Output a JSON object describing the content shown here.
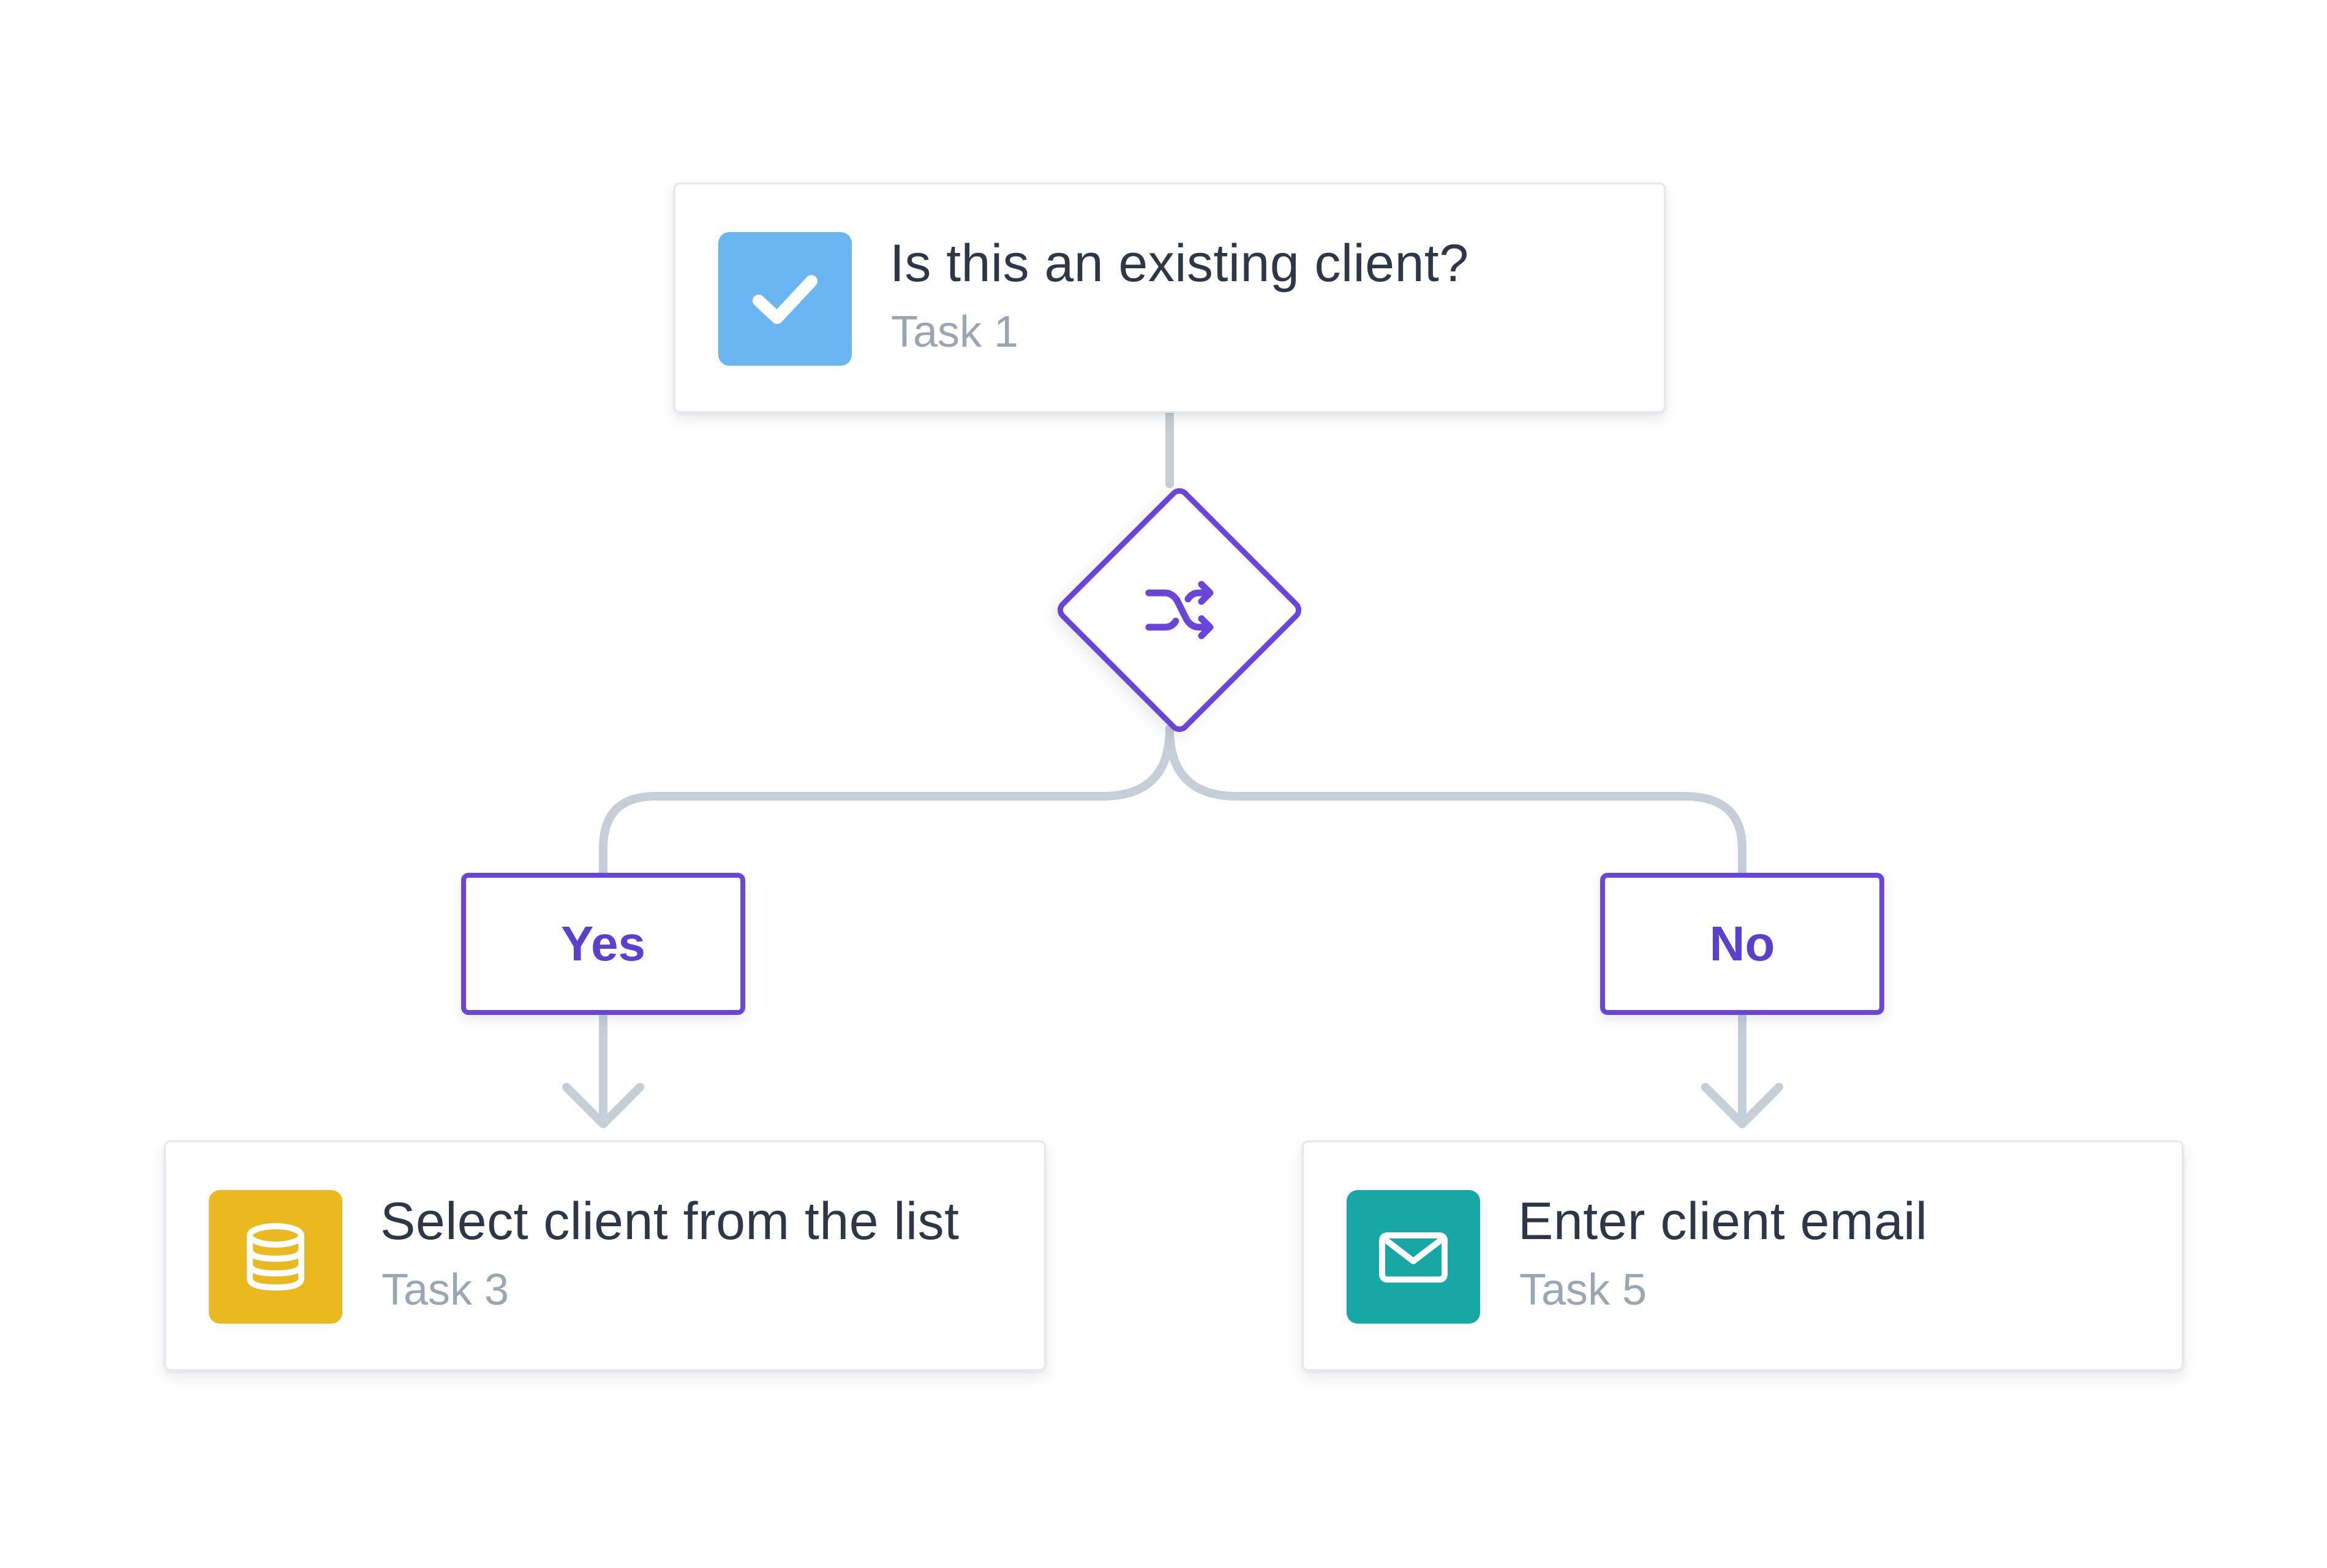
{
  "nodes": {
    "task1": {
      "title": "Is this an existing client?",
      "subtitle": "Task 1",
      "icon": "checkbox-check-icon",
      "color": "#6bb6f2"
    },
    "task3": {
      "title": "Select client from the list",
      "subtitle": "Task 3",
      "icon": "database-icon",
      "color": "#eab91f"
    },
    "task5": {
      "title": "Enter client email",
      "subtitle": "Task 5",
      "icon": "envelope-icon",
      "color": "#17a8a6"
    }
  },
  "gateway": {
    "icon": "shuffle-icon",
    "color": "#6a45d9"
  },
  "branches": {
    "yes_label": "Yes",
    "no_label": "No"
  },
  "colors": {
    "accent": "#6a45d9",
    "connector": "#c5cdd6",
    "text": "#2d3748",
    "muted": "#9aa6b2"
  }
}
